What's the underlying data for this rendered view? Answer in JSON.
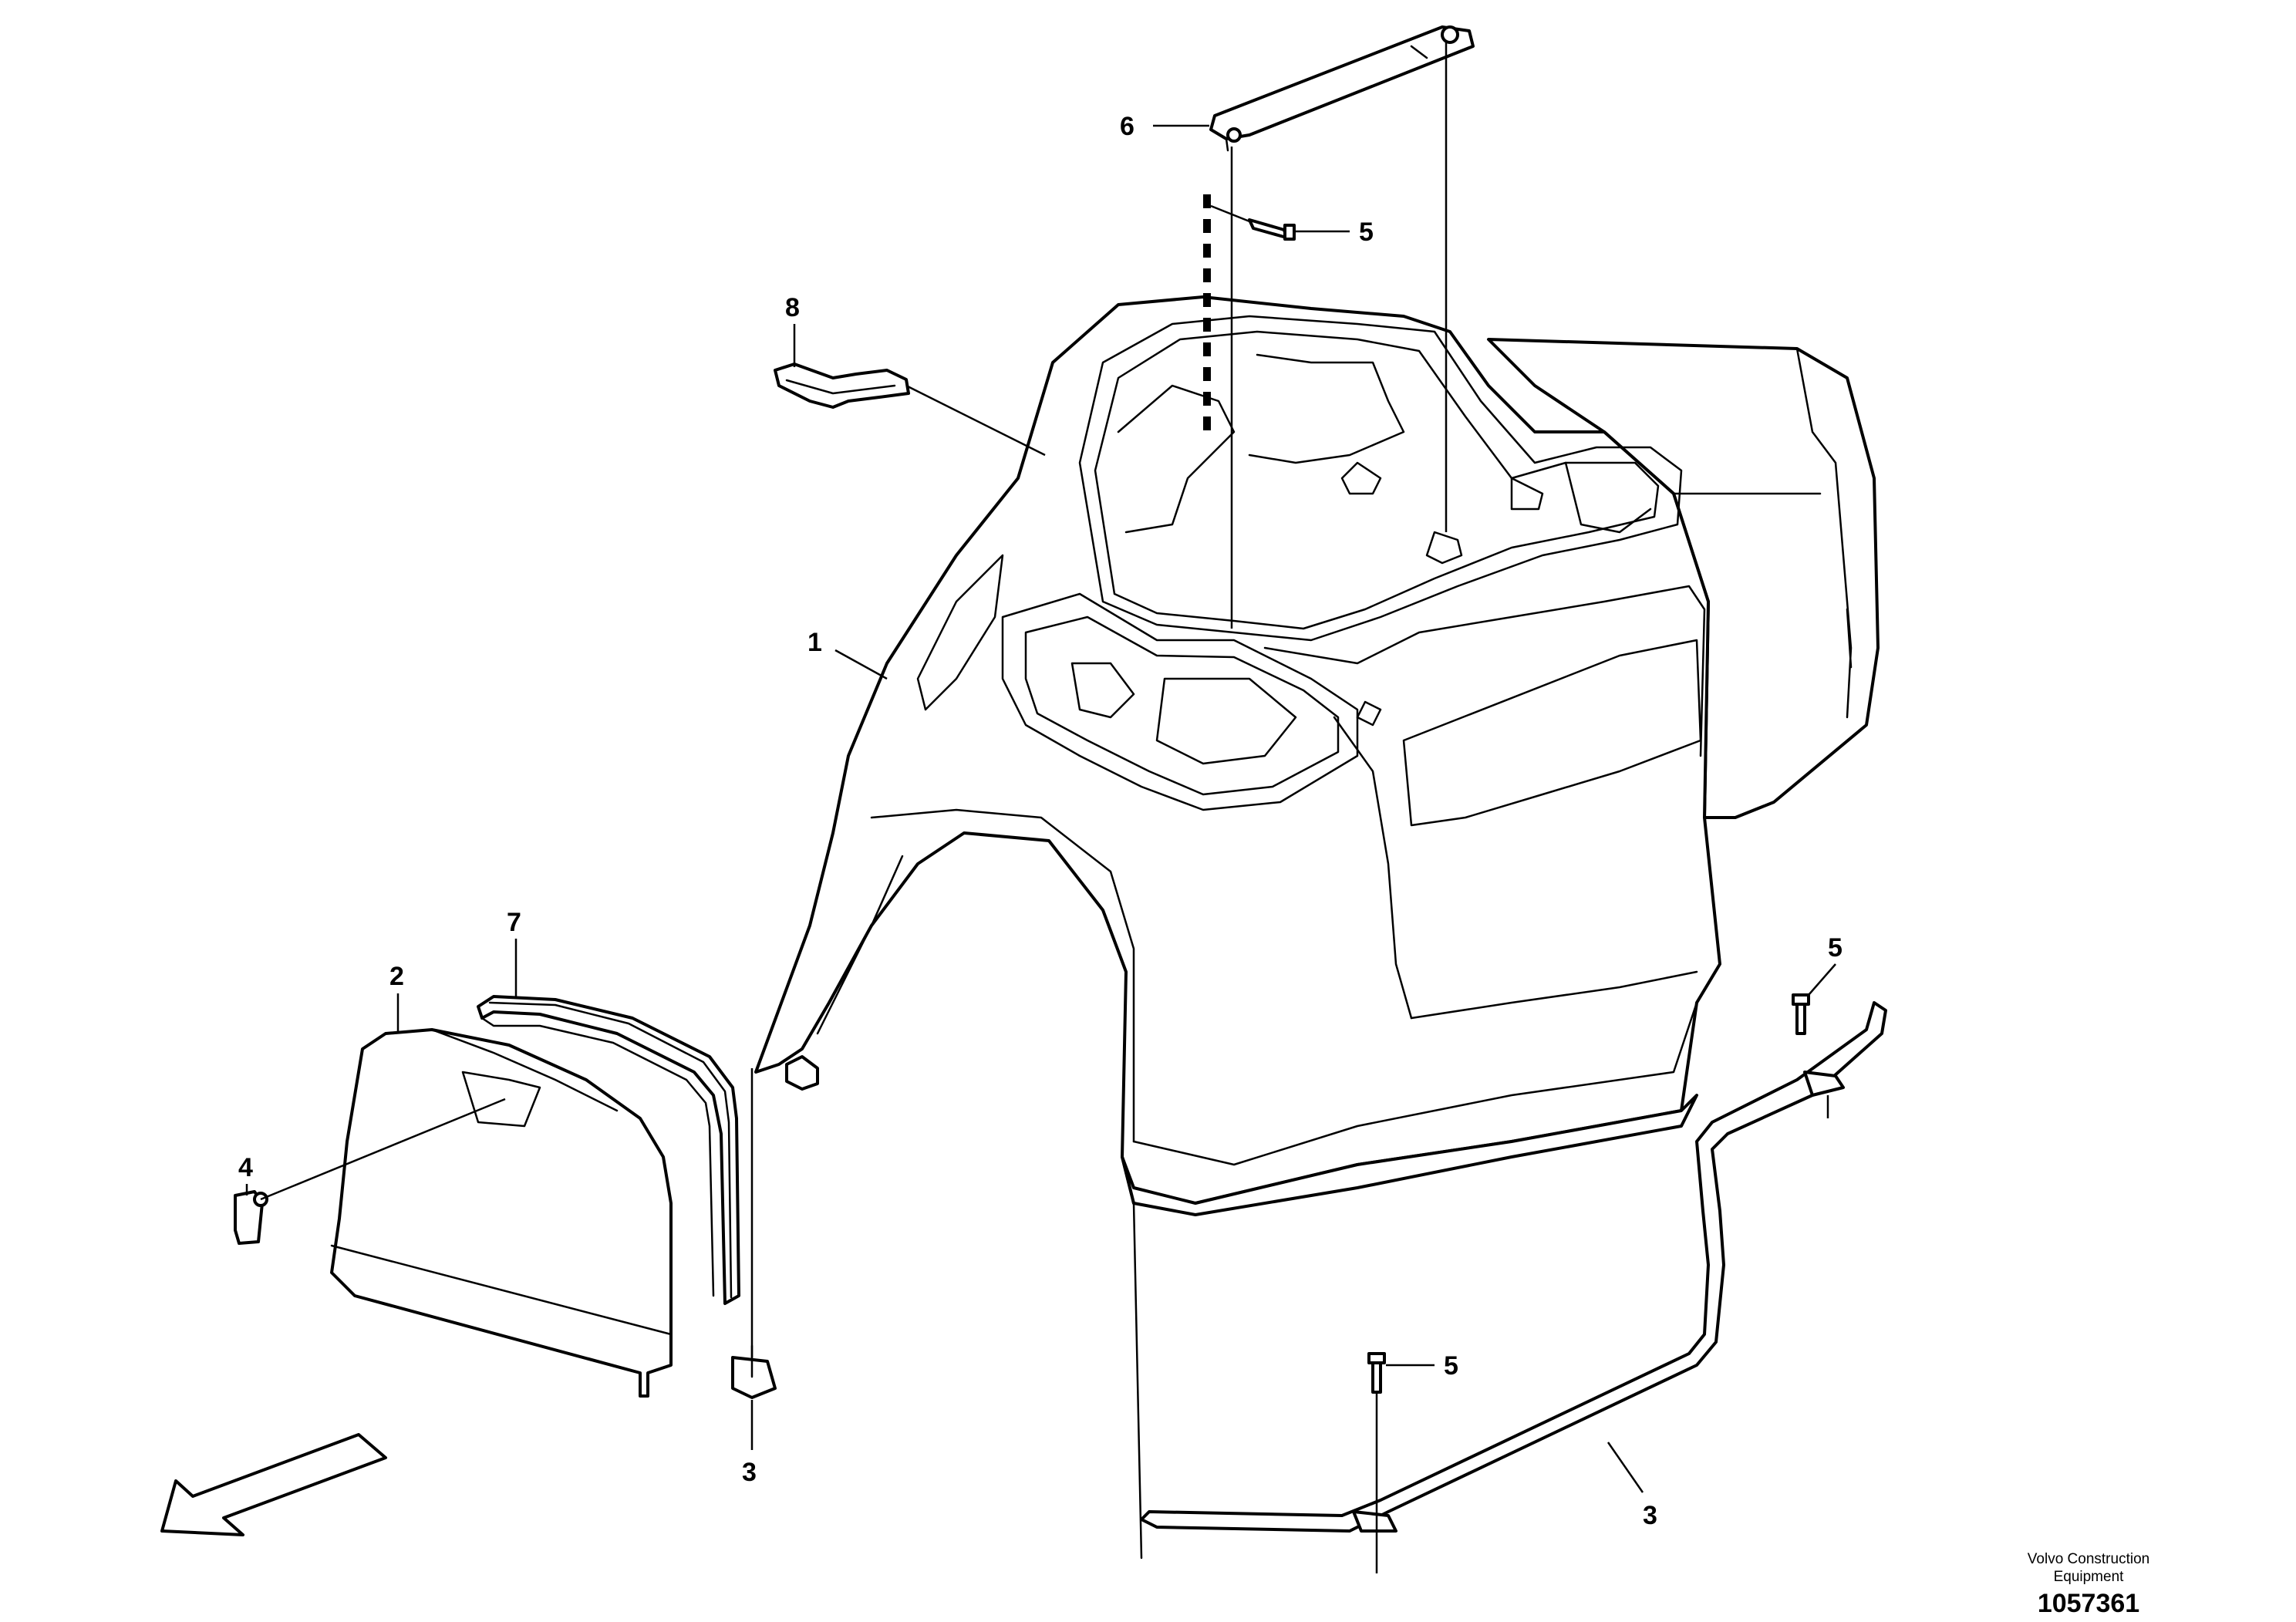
{
  "callouts": {
    "c1": "1",
    "c2": "2",
    "c3a": "3",
    "c3b": "3",
    "c4": "4",
    "c5a": "5",
    "c5b": "5",
    "c5c": "5",
    "c6": "6",
    "c7": "7",
    "c8": "8"
  },
  "footer": {
    "company_line1": "Volvo Construction",
    "company_line2": "Equipment",
    "figure_number": "1057361"
  },
  "icons": {
    "direction_arrow": "forward-direction-arrow-icon"
  },
  "colors": {
    "line": "#000000",
    "background": "#ffffff"
  }
}
